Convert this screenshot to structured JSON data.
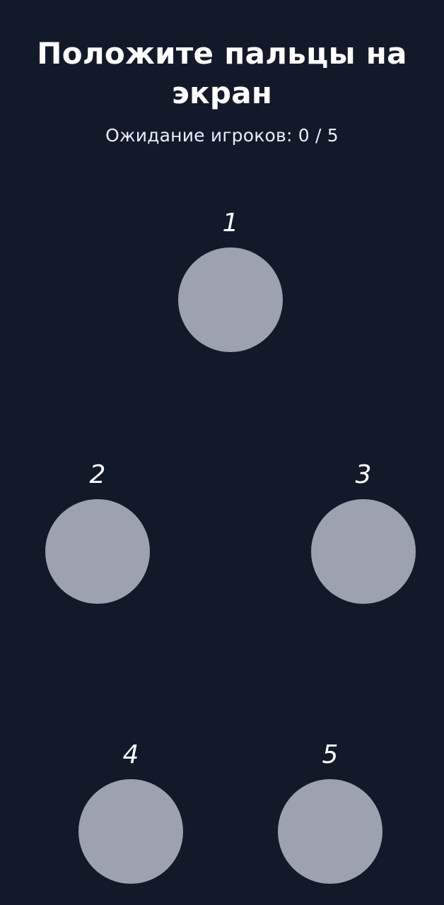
{
  "header": {
    "title": "Положите пальцы на экран",
    "status": "Ожидание игроков: 0 / 5"
  },
  "players": [
    {
      "number": "1",
      "state": "waiting"
    },
    {
      "number": "2",
      "state": "waiting"
    },
    {
      "number": "3",
      "state": "waiting"
    },
    {
      "number": "4",
      "state": "waiting"
    },
    {
      "number": "5",
      "state": "waiting"
    }
  ],
  "colors": {
    "background": "#121a2a",
    "text": "#ffffff",
    "inactive_circle": "#9ca3af"
  }
}
